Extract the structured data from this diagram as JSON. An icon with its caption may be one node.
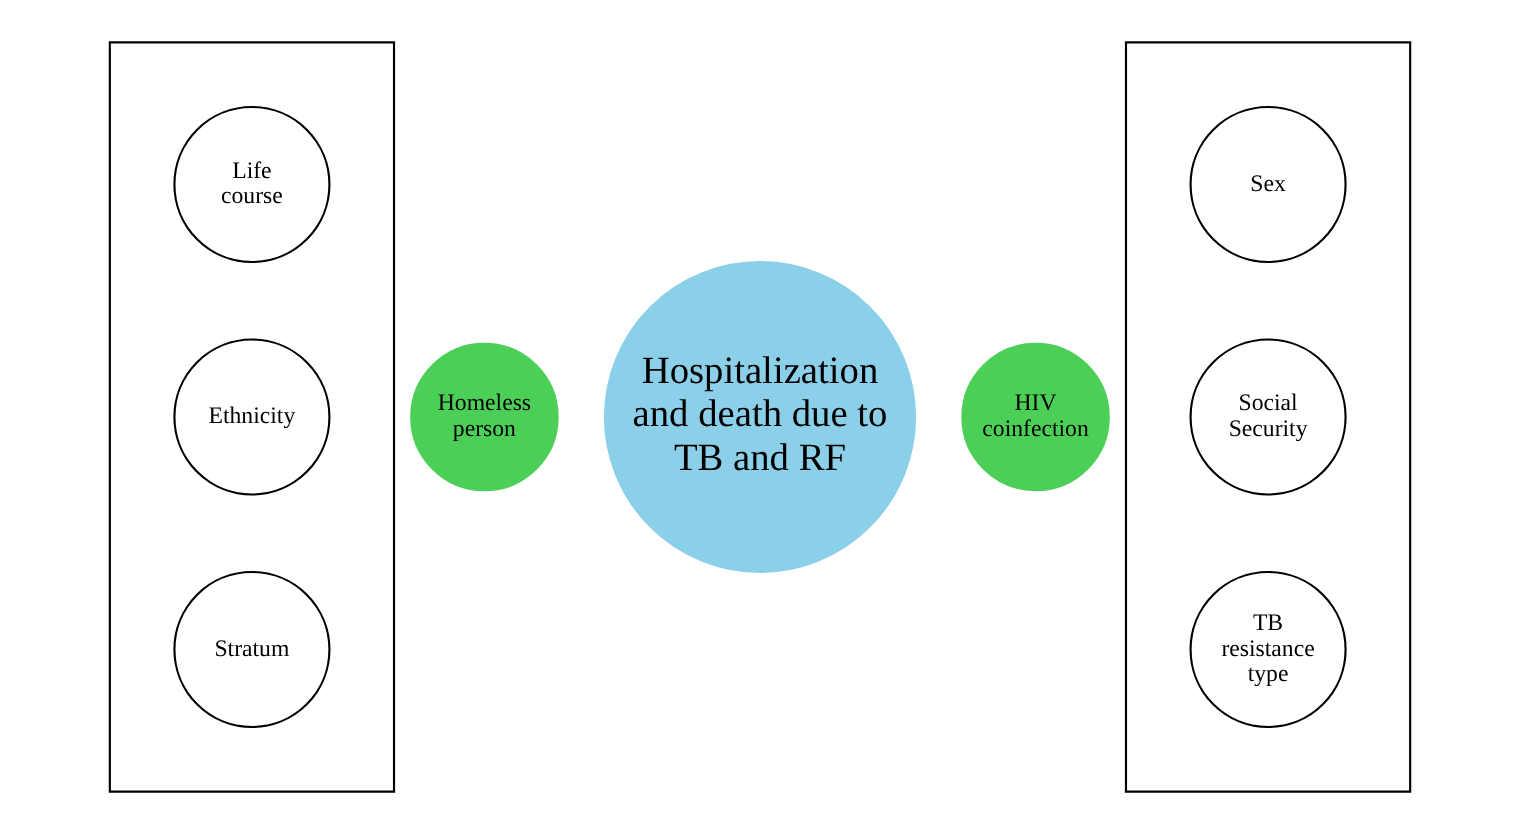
{
  "diagram": {
    "nodes": [
      {
        "text": [],
        "shape": "box"
      },
      {
        "text": [
          "Life course"
        ],
        "in": 0
      },
      {
        "text": [
          "Ethnicity"
        ],
        "in": 0
      },
      {
        "text": [
          "Stratum"
        ],
        "in": 0
      },
      {
        "text": [
          "Homeless person"
        ]
      },
      {
        "text": [
          "Hospitalization and death due to TB and RF"
        ]
      },
      {
        "text": [
          "HIV coinfection"
        ]
      },
      {
        "text": [],
        "shape": "box"
      },
      {
        "text": [
          "Sex"
        ],
        "in": 7
      },
      {
        "text": [
          "Social Security"
        ],
        "in": 7
      },
      {
        "text": [
          "TB resistance type"
        ],
        "in": 7
      }
    ],
    "edges": []
  }
}
